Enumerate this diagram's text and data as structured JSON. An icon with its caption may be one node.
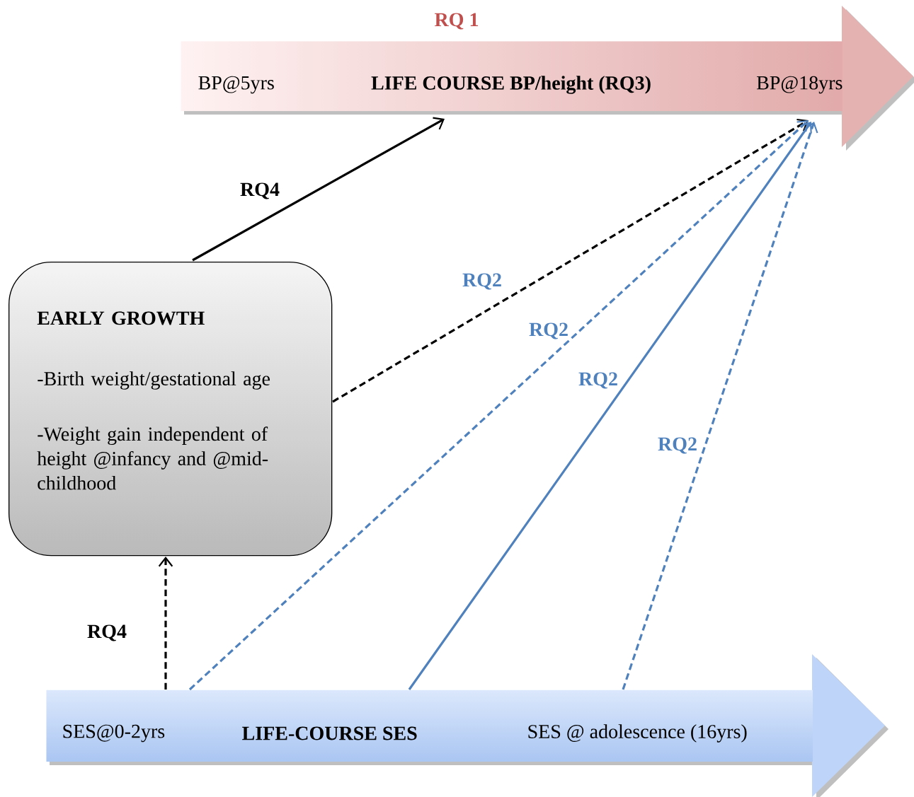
{
  "diagram": {
    "nodes": [
      {
        "text": [
          "RQ 1",
          "BP@5yrs",
          "LIFE COURSE BP/height (RQ3)",
          "BP@18yrs"
        ]
      },
      {
        "text": [
          "EARLY GROWTH",
          "-Birth weight/gestational age",
          "-Weight gain independent of height @infancy and @mid-childhood"
        ]
      },
      {
        "text": [
          "SES@0-2yrs",
          "LIFE-COURSE SES",
          "SES @ adolescence (16yrs)"
        ]
      }
    ],
    "edges": [
      {
        "from": 1,
        "to": 0,
        "arrow": "to",
        "label": "RQ4",
        "color": "#000000"
      },
      {
        "from": 1,
        "to": 0,
        "arrow": "to",
        "label": "RQ2",
        "style": "dashed",
        "color": "#000000"
      },
      {
        "from": 2,
        "to": 1,
        "arrow": "to",
        "label": "RQ4",
        "style": "dashed",
        "color": "#000000"
      },
      {
        "from": 2,
        "to": 0,
        "arrow": "to",
        "label": "RQ2",
        "style": "dashed",
        "color": "#4f81bd"
      },
      {
        "from": 2,
        "to": 0,
        "arrow": "to",
        "label": "RQ2",
        "color": "#4f81bd"
      },
      {
        "from": 2,
        "to": 0,
        "arrow": "to",
        "label": "RQ2",
        "style": "dashed",
        "color": "#4f81bd"
      }
    ]
  }
}
